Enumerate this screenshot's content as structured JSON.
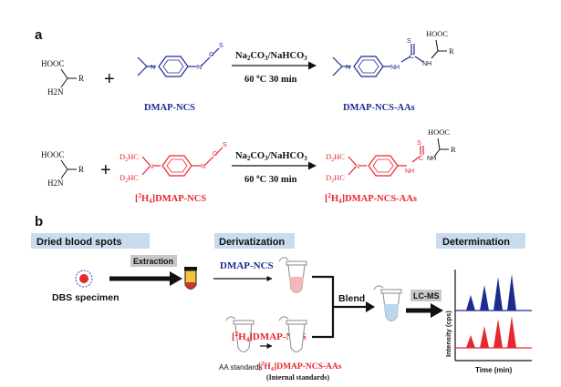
{
  "panel_a": {
    "label": "a",
    "reaction1": {
      "aa_cooh": "HOOC",
      "aa_r": "R",
      "aa_nh2": "H2N",
      "plus": "+",
      "reagent_label": "DMAP-NCS",
      "cond_top": "Na2CO3/NaHCO3",
      "cond_bottom": "60 oC 30 min",
      "product_label": "DMAP-NCS-AAs",
      "prod_cooh": "HOOC",
      "prod_r": "R",
      "prod_s": "S",
      "prod_nh1": "NH",
      "prod_nh2": "NH",
      "reagent_s": "S"
    },
    "reaction2": {
      "aa_cooh": "HOOC",
      "aa_r": "R",
      "aa_nh2": "H2N",
      "plus": "+",
      "d2hc_top": "D2HC",
      "d2hc_bottom": "D2HC",
      "reagent_label": "[2H4]DMAP-NCS",
      "cond_top": "Na2CO3/NaHCO3",
      "cond_bottom": "60 oC 30 min",
      "product_label": "[2H4]DMAP-NCS-AAs",
      "prod_cooh": "HOOC",
      "prod_r": "R",
      "prod_s": "S",
      "prod_nh1": "NH",
      "prod_nh2": "NH",
      "reagent_s": "S"
    }
  },
  "panel_b": {
    "label": "b",
    "header_dbs": "Dried blood spots",
    "header_deriv": "Derivatization",
    "header_determ": "Determination",
    "extraction": "Extraction",
    "dbs_specimen": "DBS specimen",
    "dmap_ncs": "DMAP-NCS",
    "d4_dmap_ncs": "[2H4]DMAP-NCS",
    "aa_standards": "AA standards",
    "internal_label": "[2H4]DMAP-NCS-AAs",
    "internal_sub": "(Internal standards)",
    "blend": "Blend",
    "lcms": "LC-MS",
    "y_axis": "Intensity (cps)",
    "x_axis": "Time (min)"
  },
  "colors": {
    "blue": "#1f2a8f",
    "red": "#e8262e",
    "header_bg": "#c8dbef",
    "box_gray": "#c8c8c8"
  }
}
